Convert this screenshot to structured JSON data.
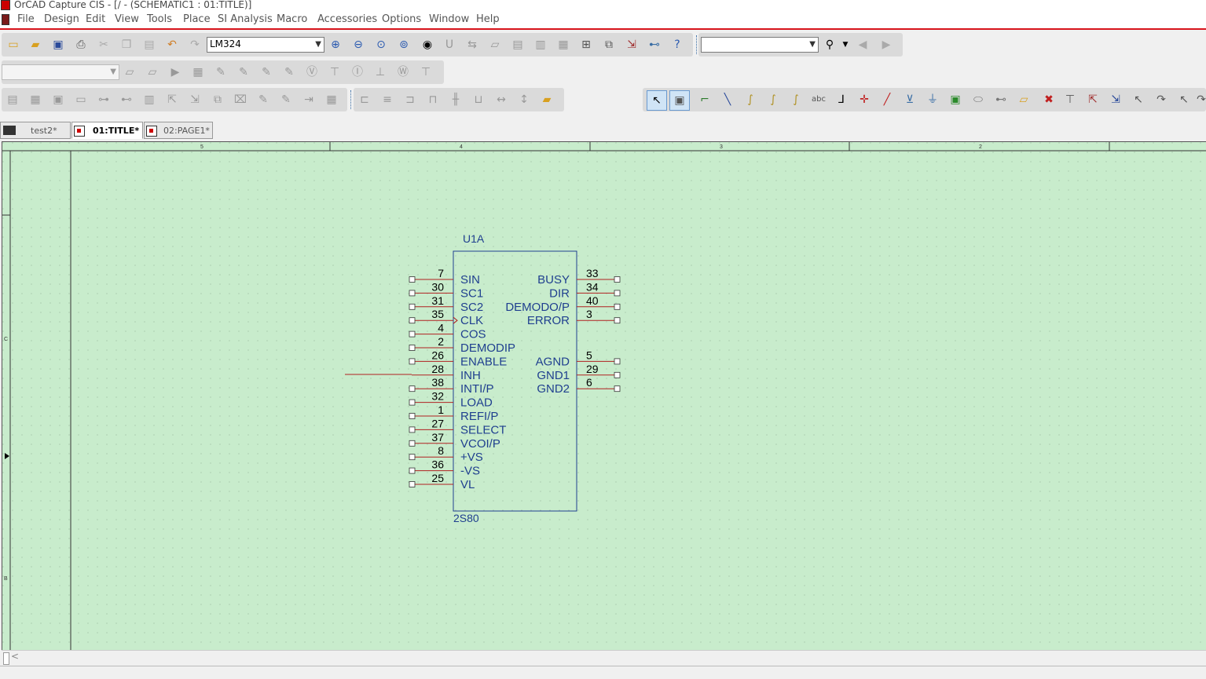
{
  "window": {
    "title": "OrCAD Capture CIS - [/ - (SCHEMATIC1 : 01:TITLE)]"
  },
  "menu": [
    "File",
    "Design",
    "Edit",
    "View",
    "Tools",
    "Place",
    "SI Analysis",
    "Macro",
    "Accessories",
    "Options",
    "Window",
    "Help"
  ],
  "toolbar": {
    "part_combo_value": "LM324",
    "search_combo_value": "",
    "filter_combo_value": ""
  },
  "tabs": [
    {
      "label": "test2*",
      "active": false
    },
    {
      "label": "01:TITLE*",
      "active": true
    },
    {
      "label": "02:PAGE1*",
      "active": false
    }
  ],
  "ruler": {
    "top_labels": [
      "5",
      "4",
      "3",
      "2"
    ],
    "left_labels": [
      "C",
      "B"
    ]
  },
  "schematic": {
    "part": {
      "reference": "U1A",
      "value": "2S80",
      "left_pins": [
        {
          "num": "7",
          "name": "SIN"
        },
        {
          "num": "30",
          "name": "SC1"
        },
        {
          "num": "31",
          "name": "SC2"
        },
        {
          "num": "35",
          "name": "CLK"
        },
        {
          "num": "4",
          "name": "COS"
        },
        {
          "num": "2",
          "name": "DEMODIP"
        },
        {
          "num": "26",
          "name": "ENABLE"
        },
        {
          "num": "28",
          "name": "INH"
        },
        {
          "num": "38",
          "name": "INTI/P"
        },
        {
          "num": "32",
          "name": "LOAD"
        },
        {
          "num": "1",
          "name": "REFI/P"
        },
        {
          "num": "27",
          "name": "SELECT"
        },
        {
          "num": "37",
          "name": "VCOI/P"
        },
        {
          "num": "8",
          "name": "+VS"
        },
        {
          "num": "36",
          "name": "-VS"
        },
        {
          "num": "25",
          "name": "VL"
        }
      ],
      "right_pins": [
        {
          "num": "33",
          "name": "BUSY"
        },
        {
          "num": "34",
          "name": "DIR"
        },
        {
          "num": "40",
          "name": "DEMODO/P"
        },
        {
          "num": "3",
          "name": "ERROR"
        },
        {
          "num": "5",
          "name": "AGND"
        },
        {
          "num": "29",
          "name": "GND1"
        },
        {
          "num": "6",
          "name": "GND2"
        }
      ]
    }
  },
  "colors": {
    "canvas": "#c8eccc",
    "part_blue": "#1f3f8f",
    "pin_red": "#b02020",
    "accent_red": "#d8141c"
  }
}
